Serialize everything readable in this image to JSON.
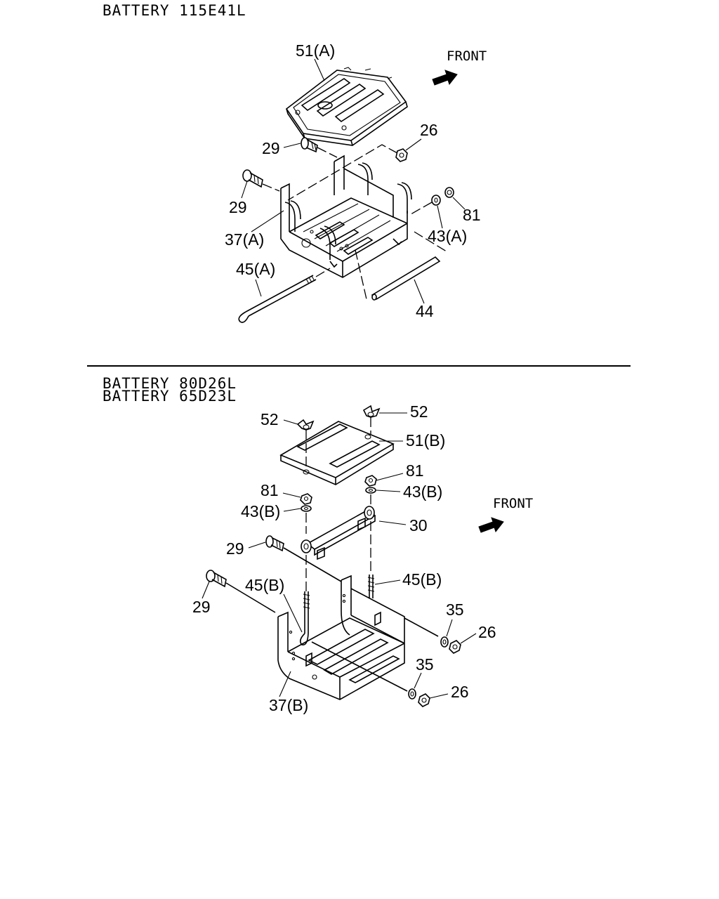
{
  "sections": [
    {
      "headers": [
        "BATTERY 115E41L"
      ],
      "front_label": "FRONT",
      "callouts": {
        "c51a": "51(A)",
        "c29a": "29",
        "c26": "26",
        "c29b": "29",
        "c81": "81",
        "c37a": "37(A)",
        "c43a": "43(A)",
        "c45a": "45(A)",
        "c44": "44"
      }
    },
    {
      "headers": [
        "BATTERY 80D26L",
        "BATTERY 65D23L"
      ],
      "front_label": "FRONT",
      "callouts": {
        "c52a": "52",
        "c52b": "52",
        "c51b": "51(B)",
        "c81a": "81",
        "c81b": "81",
        "c43ba": "43(B)",
        "c43bb": "43(B)",
        "c30": "30",
        "c29a": "29",
        "c45ba": "45(B)",
        "c45bb": "45(B)",
        "c29b": "29",
        "c35a": "35",
        "c26a": "26",
        "c35b": "35",
        "c26b": "26",
        "c37b": "37(B)"
      }
    }
  ]
}
